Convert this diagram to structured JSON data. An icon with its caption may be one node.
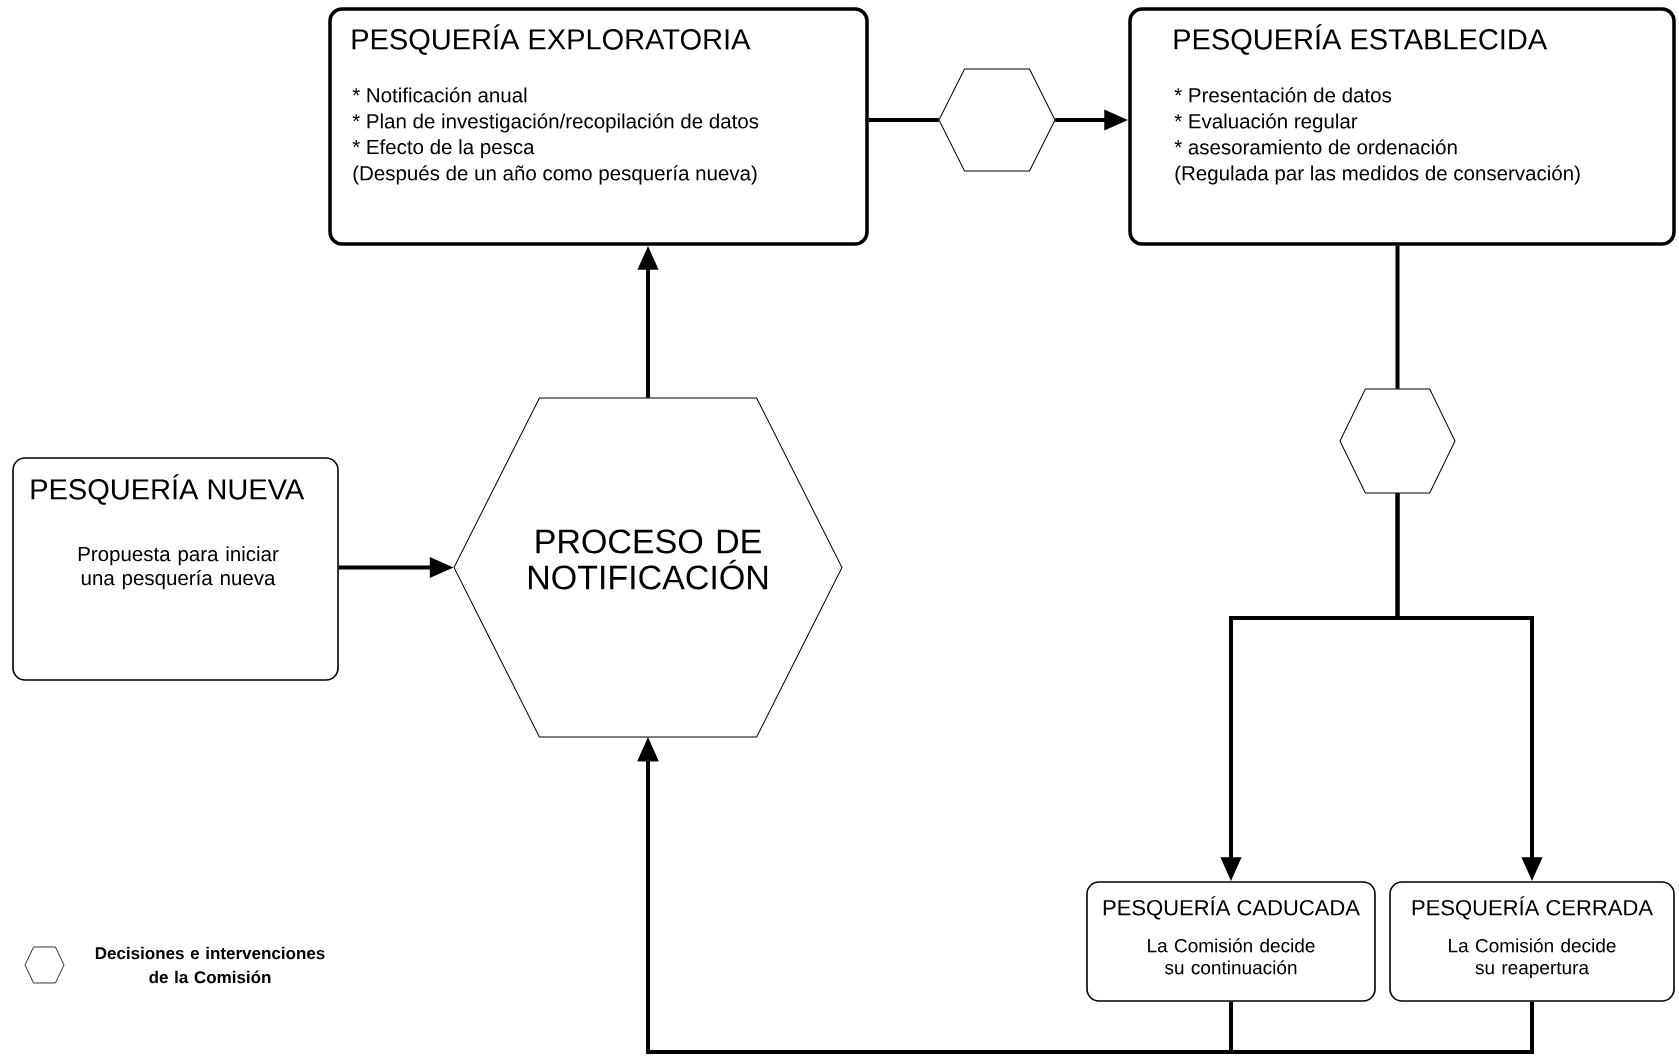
{
  "diagram": {
    "nodes": [
      {
        "text": [
          "PESQUERÍA NUEVA",
          "Propuesta para iniciar una pesquería nueva"
        ]
      },
      {
        "text": [
          "PROCESO DE NOTIFICACIÓN"
        ]
      },
      {
        "text": [
          "PESQUERÍA EXPLORATORIA",
          "* Notificación anual",
          "* Plan de investigación/recopilación de datos",
          "* Efecto de la pesca",
          "(Después de un año como pesquería nueva)"
        ]
      },
      {
        "text": [],
        "shape": "hexagon"
      },
      {
        "text": [
          "PESQUERÍA ESTABLECIDA",
          "* Presentación de datos",
          "* Evaluación regular",
          "* asesoramiento de ordenación",
          "(Regulada par las medidos de conservación)"
        ]
      },
      {
        "text": [],
        "shape": "hexagon"
      },
      {
        "text": [
          "PESQUERÍA CADUCADA",
          "La Comisión decide su continuación"
        ]
      },
      {
        "text": [
          "PESQUERÍA CERRADA",
          "La Comisión decide su reapertura"
        ]
      }
    ],
    "edges": [
      {
        "from": 0,
        "to": 1,
        "arrow": "to"
      },
      {
        "from": 1,
        "to": 2,
        "arrow": "to"
      },
      {
        "from": 2,
        "to": 3,
        "arrow": "none"
      },
      {
        "from": 3,
        "to": 4,
        "arrow": "to"
      },
      {
        "from": 4,
        "to": 5,
        "arrow": "none"
      },
      {
        "from": 5,
        "to": 6,
        "arrow": "to"
      },
      {
        "from": 5,
        "to": 7,
        "arrow": "to"
      },
      {
        "from": 6,
        "to": 1,
        "arrow": "to"
      },
      {
        "from": 7,
        "to": 1,
        "arrow": "to"
      }
    ],
    "legend": [
      {
        "text": "Decisiones e intervenciones de la Comisión"
      }
    ]
  }
}
